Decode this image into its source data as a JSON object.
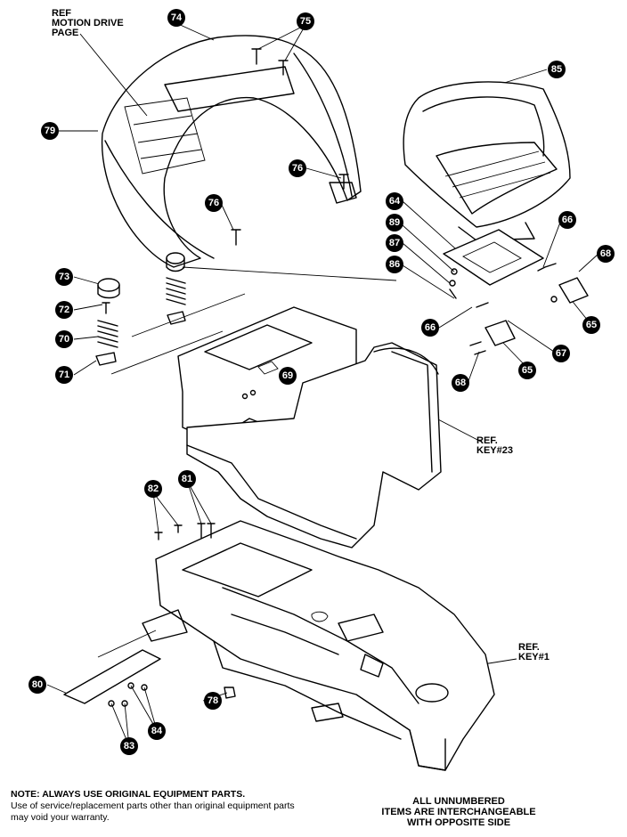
{
  "refs": {
    "motion_drive": "REF\nMOTION DRIVE\nPAGE",
    "key23": "REF.\nKEY#23",
    "key1": "REF.\nKEY#1"
  },
  "callouts": {
    "c74": "74",
    "c75": "75",
    "c79": "79",
    "c76a": "76",
    "c76b": "76",
    "c85": "85",
    "c64": "64",
    "c89": "89",
    "c87": "87",
    "c86": "86",
    "c66a": "66",
    "c66b": "66",
    "c68a": "68",
    "c68b": "68",
    "c65a": "65",
    "c65b": "65",
    "c67": "67",
    "c73": "73",
    "c72": "72",
    "c70": "70",
    "c71": "71",
    "c69": "69",
    "c82": "82",
    "c81": "81",
    "c80": "80",
    "c84": "84",
    "c83": "83",
    "c78": "78"
  },
  "note": {
    "heading": "NOTE: ALWAYS USE ORIGINAL EQUIPMENT PARTS.",
    "body": "Use of service/replacement parts other than original equipment parts may void your warranty."
  },
  "footer_right": "ALL UNNUMBERED\nITEMS ARE INTERCHANGEABLE\nWITH OPPOSITE SIDE"
}
